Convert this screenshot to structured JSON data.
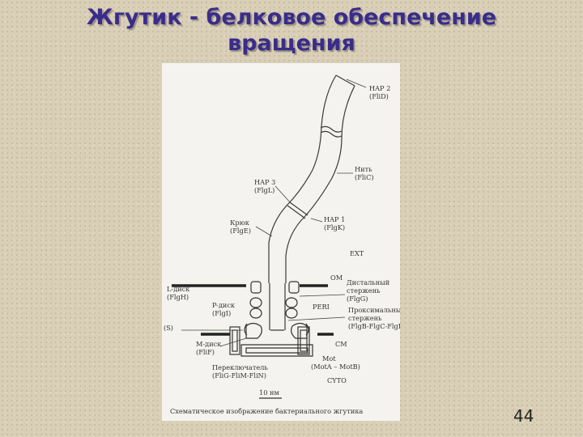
{
  "slide": {
    "title_line1": "Жгутик - белковое обеспечение",
    "title_line2": "вращения",
    "page_number": "44"
  },
  "figure": {
    "caption": "Схематическое изображение бактериального жгутика",
    "scale_bar": "10 нм",
    "labels": {
      "hap2_name": "HAP 2",
      "hap2_gene": "(FliD)",
      "filament_name": "Нить",
      "filament_gene": "(FliC)",
      "hap3_name": "HAP 3",
      "hap3_gene": "(FlgL)",
      "hook_name": "Крюк",
      "hook_gene": "(FlgE)",
      "hap1_name": "HAP 1",
      "hap1_gene": "(FlgK)",
      "ext": "EXT",
      "om": "OM",
      "l_ring_name": "L-диск",
      "l_ring_gene": "(FlgH)",
      "distal_rod_1": "Дистальный",
      "distal_rod_2": "стержень",
      "distal_rod_gene": "(FlgG)",
      "p_ring_name": "P-диск",
      "p_ring_gene": "(FlgI)",
      "peri": "PERI",
      "proximal_rod_1": "Проксимальный",
      "proximal_rod_2": "стержень",
      "proximal_rod_gene": "(FlgB-FlgC-FlgF)",
      "s_ring": "(S)",
      "m_ring_name": "M-диск",
      "m_ring_gene": "(FliF)",
      "cm": "CM",
      "switch_name": "Переключатель",
      "switch_gene": "(FliG-FliM-FliN)",
      "mot_name": "Mot",
      "mot_gene": "(MotA – MotB)",
      "cyto": "CYTO"
    }
  }
}
